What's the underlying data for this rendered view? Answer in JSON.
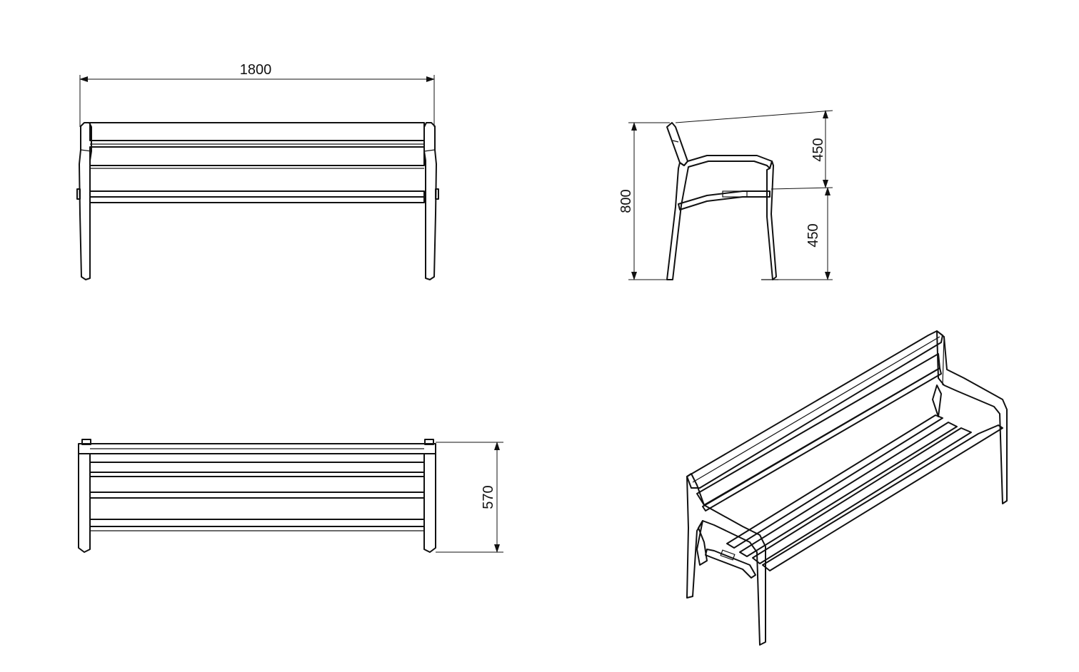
{
  "front_view": {
    "width_label": "1800"
  },
  "side_view": {
    "total_height_label": "800",
    "back_height_label": "450",
    "seat_height_label": "450"
  },
  "top_view": {
    "depth_label": "570"
  }
}
